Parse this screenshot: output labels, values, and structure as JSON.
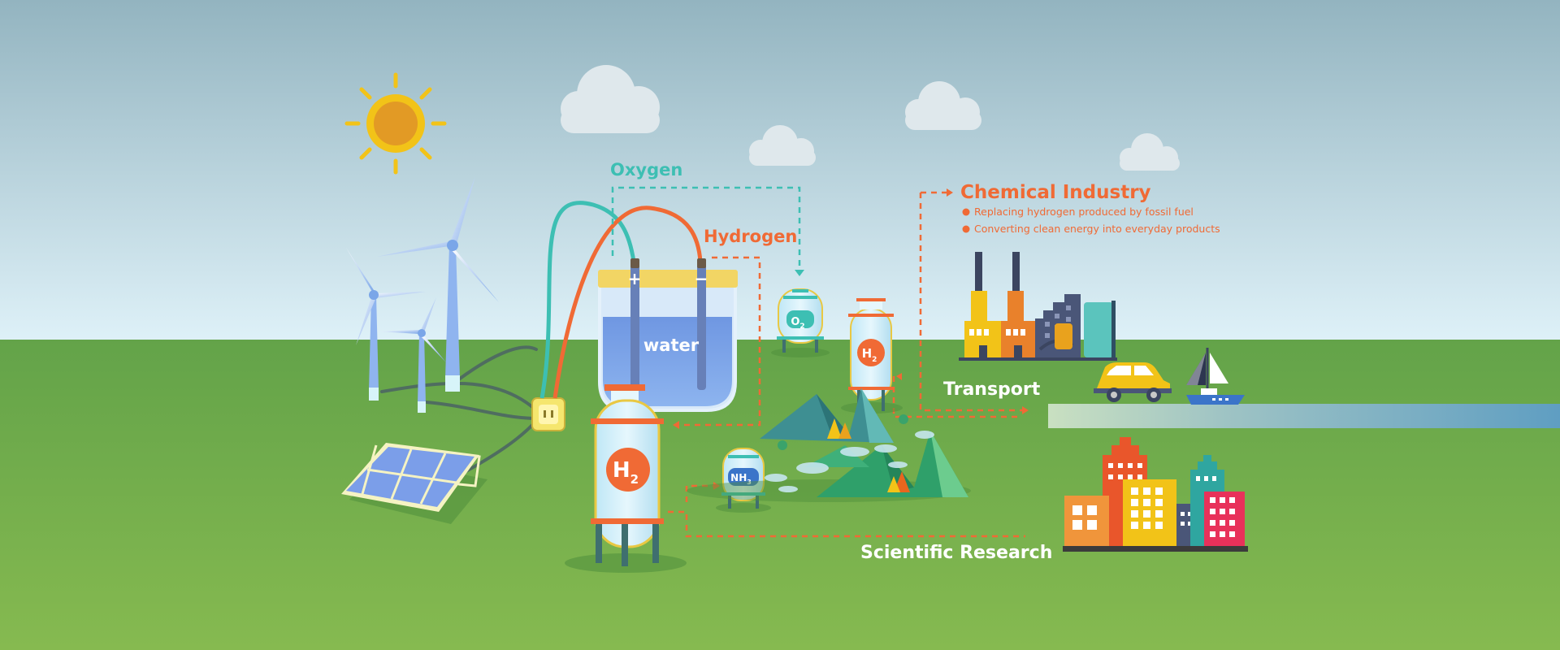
{
  "labels": {
    "water": "water",
    "oxygen": "Oxygen",
    "hydrogen": "Hydrogen",
    "plus": "+",
    "minus": "−",
    "chemical_industry": "Chemical Industry",
    "transport": "Transport",
    "scientific_research": "Scientific Research"
  },
  "chemical_bullets": [
    "Replacing hydrogen produced by fossil fuel",
    "Converting clean energy into everyday products"
  ],
  "tanks": {
    "o2_main": "O",
    "o2_sub": "2",
    "h2_main": "H",
    "h2_sub": "2",
    "nh3_main": "NH",
    "nh3_sub": "3"
  },
  "colors": {
    "oxygen": "#3dbfb3",
    "hydrogen": "#f06a35",
    "chemical": "#f06a35",
    "ground": "#6aac4c",
    "sky_top": "#93b4c0",
    "sky_bottom": "#def1f8",
    "white_label": "#ffffff"
  }
}
